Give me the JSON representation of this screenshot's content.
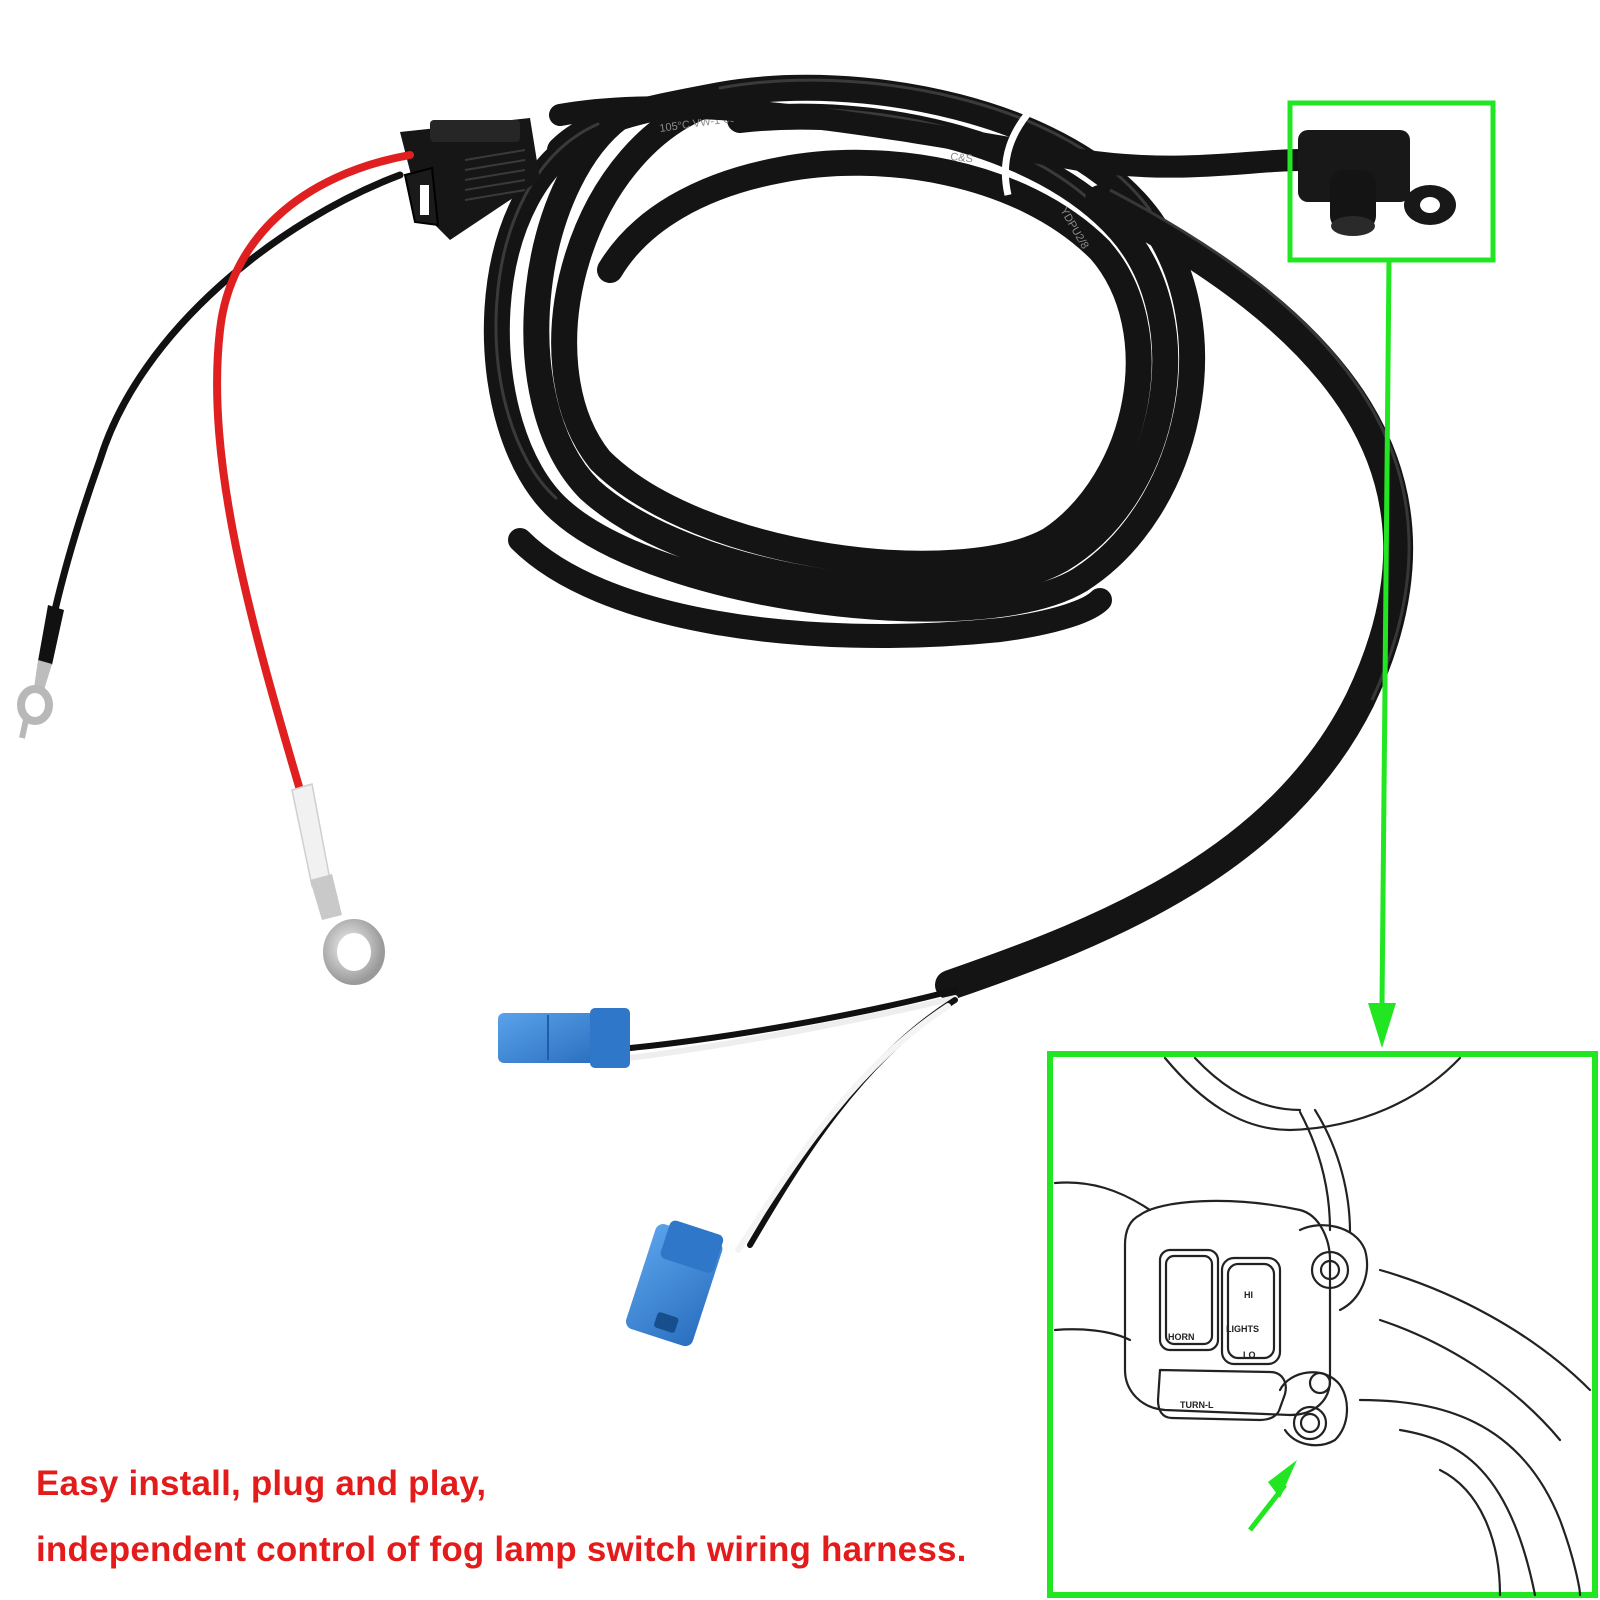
{
  "caption": {
    "line1": "Easy install, plug and play,",
    "line2": "independent control of fog lamp switch wiring harness.",
    "color": "#e41b1b"
  },
  "cable_print": {
    "brand": "C&S",
    "spec": "105°C VW-1 600V ROHS",
    "model": "YDPU2/8"
  },
  "switch_panel": {
    "horn_label": "HORN",
    "hi_label": "HI",
    "lights_label": "LIGHTS",
    "lo_label": "LO",
    "turn_label": "TURN-L"
  },
  "colors": {
    "highlight_green": "#22e622",
    "cable_black": "#141414",
    "wire_red": "#e02020",
    "connector_blue": "#3a86d6"
  },
  "icons": {
    "callout_arrow": "arrow-down-icon",
    "pointer_arrow": "arrow-up-right-icon"
  }
}
